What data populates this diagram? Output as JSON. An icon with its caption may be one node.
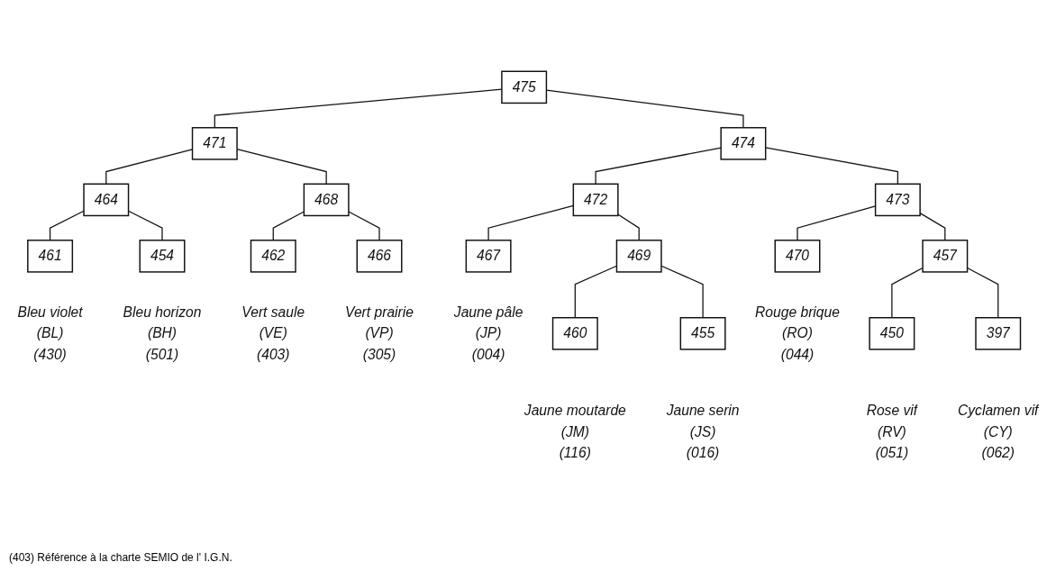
{
  "diagram": {
    "nodes": [
      {
        "text": [
          "475"
        ]
      },
      {
        "text": [
          "471"
        ]
      },
      {
        "text": [
          "474"
        ]
      },
      {
        "text": [
          "464"
        ]
      },
      {
        "text": [
          "468"
        ]
      },
      {
        "text": [
          "472"
        ]
      },
      {
        "text": [
          "473"
        ]
      },
      {
        "text": [
          "461"
        ],
        "beside": [
          "Bleu violet",
          "(BL)",
          "(430)"
        ]
      },
      {
        "text": [
          "454"
        ],
        "beside": [
          "Bleu horizon",
          "(BH)",
          "(501)"
        ]
      },
      {
        "text": [
          "462"
        ],
        "beside": [
          "Vert saule",
          "(VE)",
          "(403)"
        ]
      },
      {
        "text": [
          "466"
        ],
        "beside": [
          "Vert prairie",
          "(VP)",
          "(305)"
        ]
      },
      {
        "text": [
          "467"
        ],
        "beside": [
          "Jaune pâle",
          "(JP)",
          "(004)"
        ]
      },
      {
        "text": [
          "469"
        ]
      },
      {
        "text": [
          "470"
        ],
        "beside": [
          "Rouge brique",
          "(RO)",
          "(044)"
        ]
      },
      {
        "text": [
          "457"
        ]
      },
      {
        "text": [
          "460"
        ],
        "beside": [
          "Jaune moutarde",
          "(JM)",
          "(116)"
        ]
      },
      {
        "text": [
          "455"
        ],
        "beside": [
          "Jaune serin",
          "(JS)",
          "(016)"
        ]
      },
      {
        "text": [
          "450"
        ],
        "beside": [
          "Rose vif",
          "(RV)",
          "(051)"
        ]
      },
      {
        "text": [
          "397"
        ],
        "beside": [
          "Cyclamen vif",
          "(CY)",
          "(062)"
        ]
      }
    ],
    "edges": [
      {
        "from": 0,
        "to": 1,
        "arrow": "none"
      },
      {
        "from": 0,
        "to": 2,
        "arrow": "none"
      },
      {
        "from": 1,
        "to": 3,
        "arrow": "none"
      },
      {
        "from": 1,
        "to": 4,
        "arrow": "none"
      },
      {
        "from": 2,
        "to": 5,
        "arrow": "none"
      },
      {
        "from": 2,
        "to": 6,
        "arrow": "none"
      },
      {
        "from": 3,
        "to": 7,
        "arrow": "none"
      },
      {
        "from": 3,
        "to": 8,
        "arrow": "none"
      },
      {
        "from": 4,
        "to": 9,
        "arrow": "none"
      },
      {
        "from": 4,
        "to": 10,
        "arrow": "none"
      },
      {
        "from": 5,
        "to": 11,
        "arrow": "none"
      },
      {
        "from": 5,
        "to": 12,
        "arrow": "none"
      },
      {
        "from": 6,
        "to": 13,
        "arrow": "none"
      },
      {
        "from": 6,
        "to": 14,
        "arrow": "none"
      },
      {
        "from": 12,
        "to": 15,
        "arrow": "none"
      },
      {
        "from": 12,
        "to": 16,
        "arrow": "none"
      },
      {
        "from": 14,
        "to": 17,
        "arrow": "none"
      },
      {
        "from": 14,
        "to": 18,
        "arrow": "none"
      }
    ],
    "labels": [
      "(403) Référence à la charte SEMIO de l' I.G.N."
    ]
  }
}
